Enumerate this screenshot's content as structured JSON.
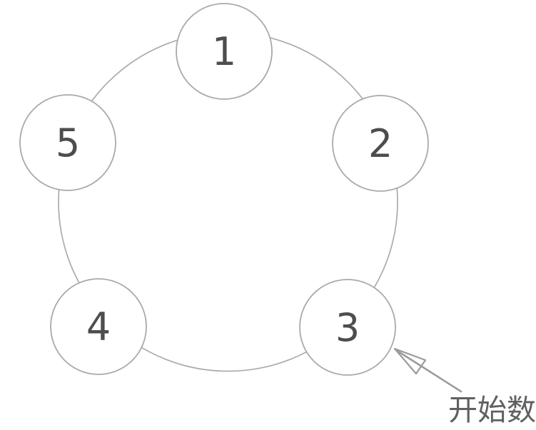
{
  "diagram": {
    "type": "ring-of-nodes",
    "description": "Five numbered circles joined in a ring; an arrow marks where counting starts",
    "nodes": [
      {
        "id": 1,
        "label": "1",
        "position": "top"
      },
      {
        "id": 2,
        "label": "2",
        "position": "right"
      },
      {
        "id": 3,
        "label": "3",
        "position": "bottom-right"
      },
      {
        "id": 4,
        "label": "4",
        "position": "bottom-left"
      },
      {
        "id": 5,
        "label": "5",
        "position": "left"
      }
    ],
    "annotation": {
      "text": "开始数",
      "target_node": "3"
    }
  },
  "colors": {
    "background": "#ffffff",
    "outline": "#a9a9a9",
    "ring_outline": "#ababab",
    "number_text": "#4d4d4f",
    "arrow": "#9b9b9b",
    "annotation_text": "#606060"
  }
}
